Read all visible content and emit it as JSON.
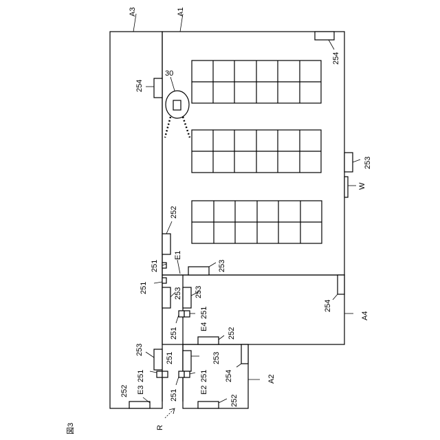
{
  "figure_label": "図3",
  "areas": {
    "a1": "A1",
    "a2": "A2",
    "a3": "A3",
    "a4": "A4"
  },
  "robot": {
    "ref": "30"
  },
  "refs": {
    "r251": "251",
    "r252": "252",
    "r253": "253",
    "r254": "254"
  },
  "doors": {
    "e1": "E1",
    "e2": "E2",
    "e3": "E3",
    "e4": "E4"
  },
  "wall_mark": "W",
  "arrow_label": "R"
}
